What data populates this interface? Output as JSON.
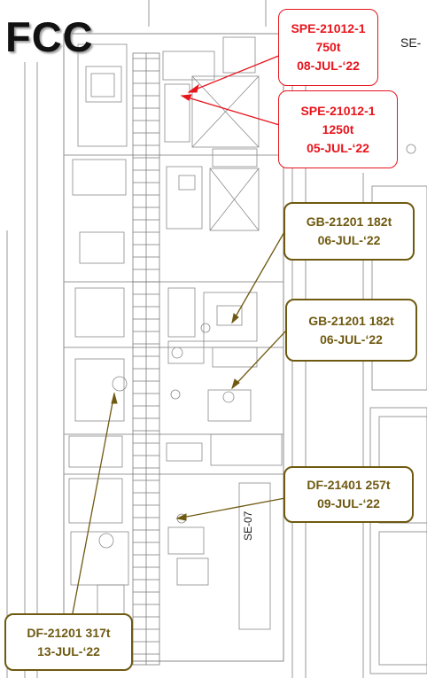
{
  "title": "FCC",
  "labels": {
    "se_top": "SE-",
    "se_07": "SE-07"
  },
  "colors": {
    "red": "#e8141c",
    "gold": "#6f5a12",
    "line": "#9a9a9a"
  },
  "callouts": [
    {
      "id": "spe-21012-1-750t",
      "style": "red",
      "lines": [
        "SPE-21012-1",
        "750t",
        "08-JUL-‘22"
      ]
    },
    {
      "id": "spe-21012-1-1250t",
      "style": "red",
      "lines": [
        "SPE-21012-1",
        "1250t",
        "05-JUL-‘22"
      ]
    },
    {
      "id": "gb-21201-a",
      "style": "gold",
      "lines": [
        "GB-21201 182t",
        "06-JUL-‘22"
      ]
    },
    {
      "id": "gb-21201-b",
      "style": "gold",
      "lines": [
        "GB-21201 182t",
        "06-JUL-‘22"
      ]
    },
    {
      "id": "df-21401",
      "style": "gold",
      "lines": [
        "DF-21401 257t",
        "09-JUL-‘22"
      ]
    },
    {
      "id": "df-21201",
      "style": "gold",
      "lines": [
        "DF-21201 317t",
        "13-JUL-‘22"
      ]
    }
  ]
}
